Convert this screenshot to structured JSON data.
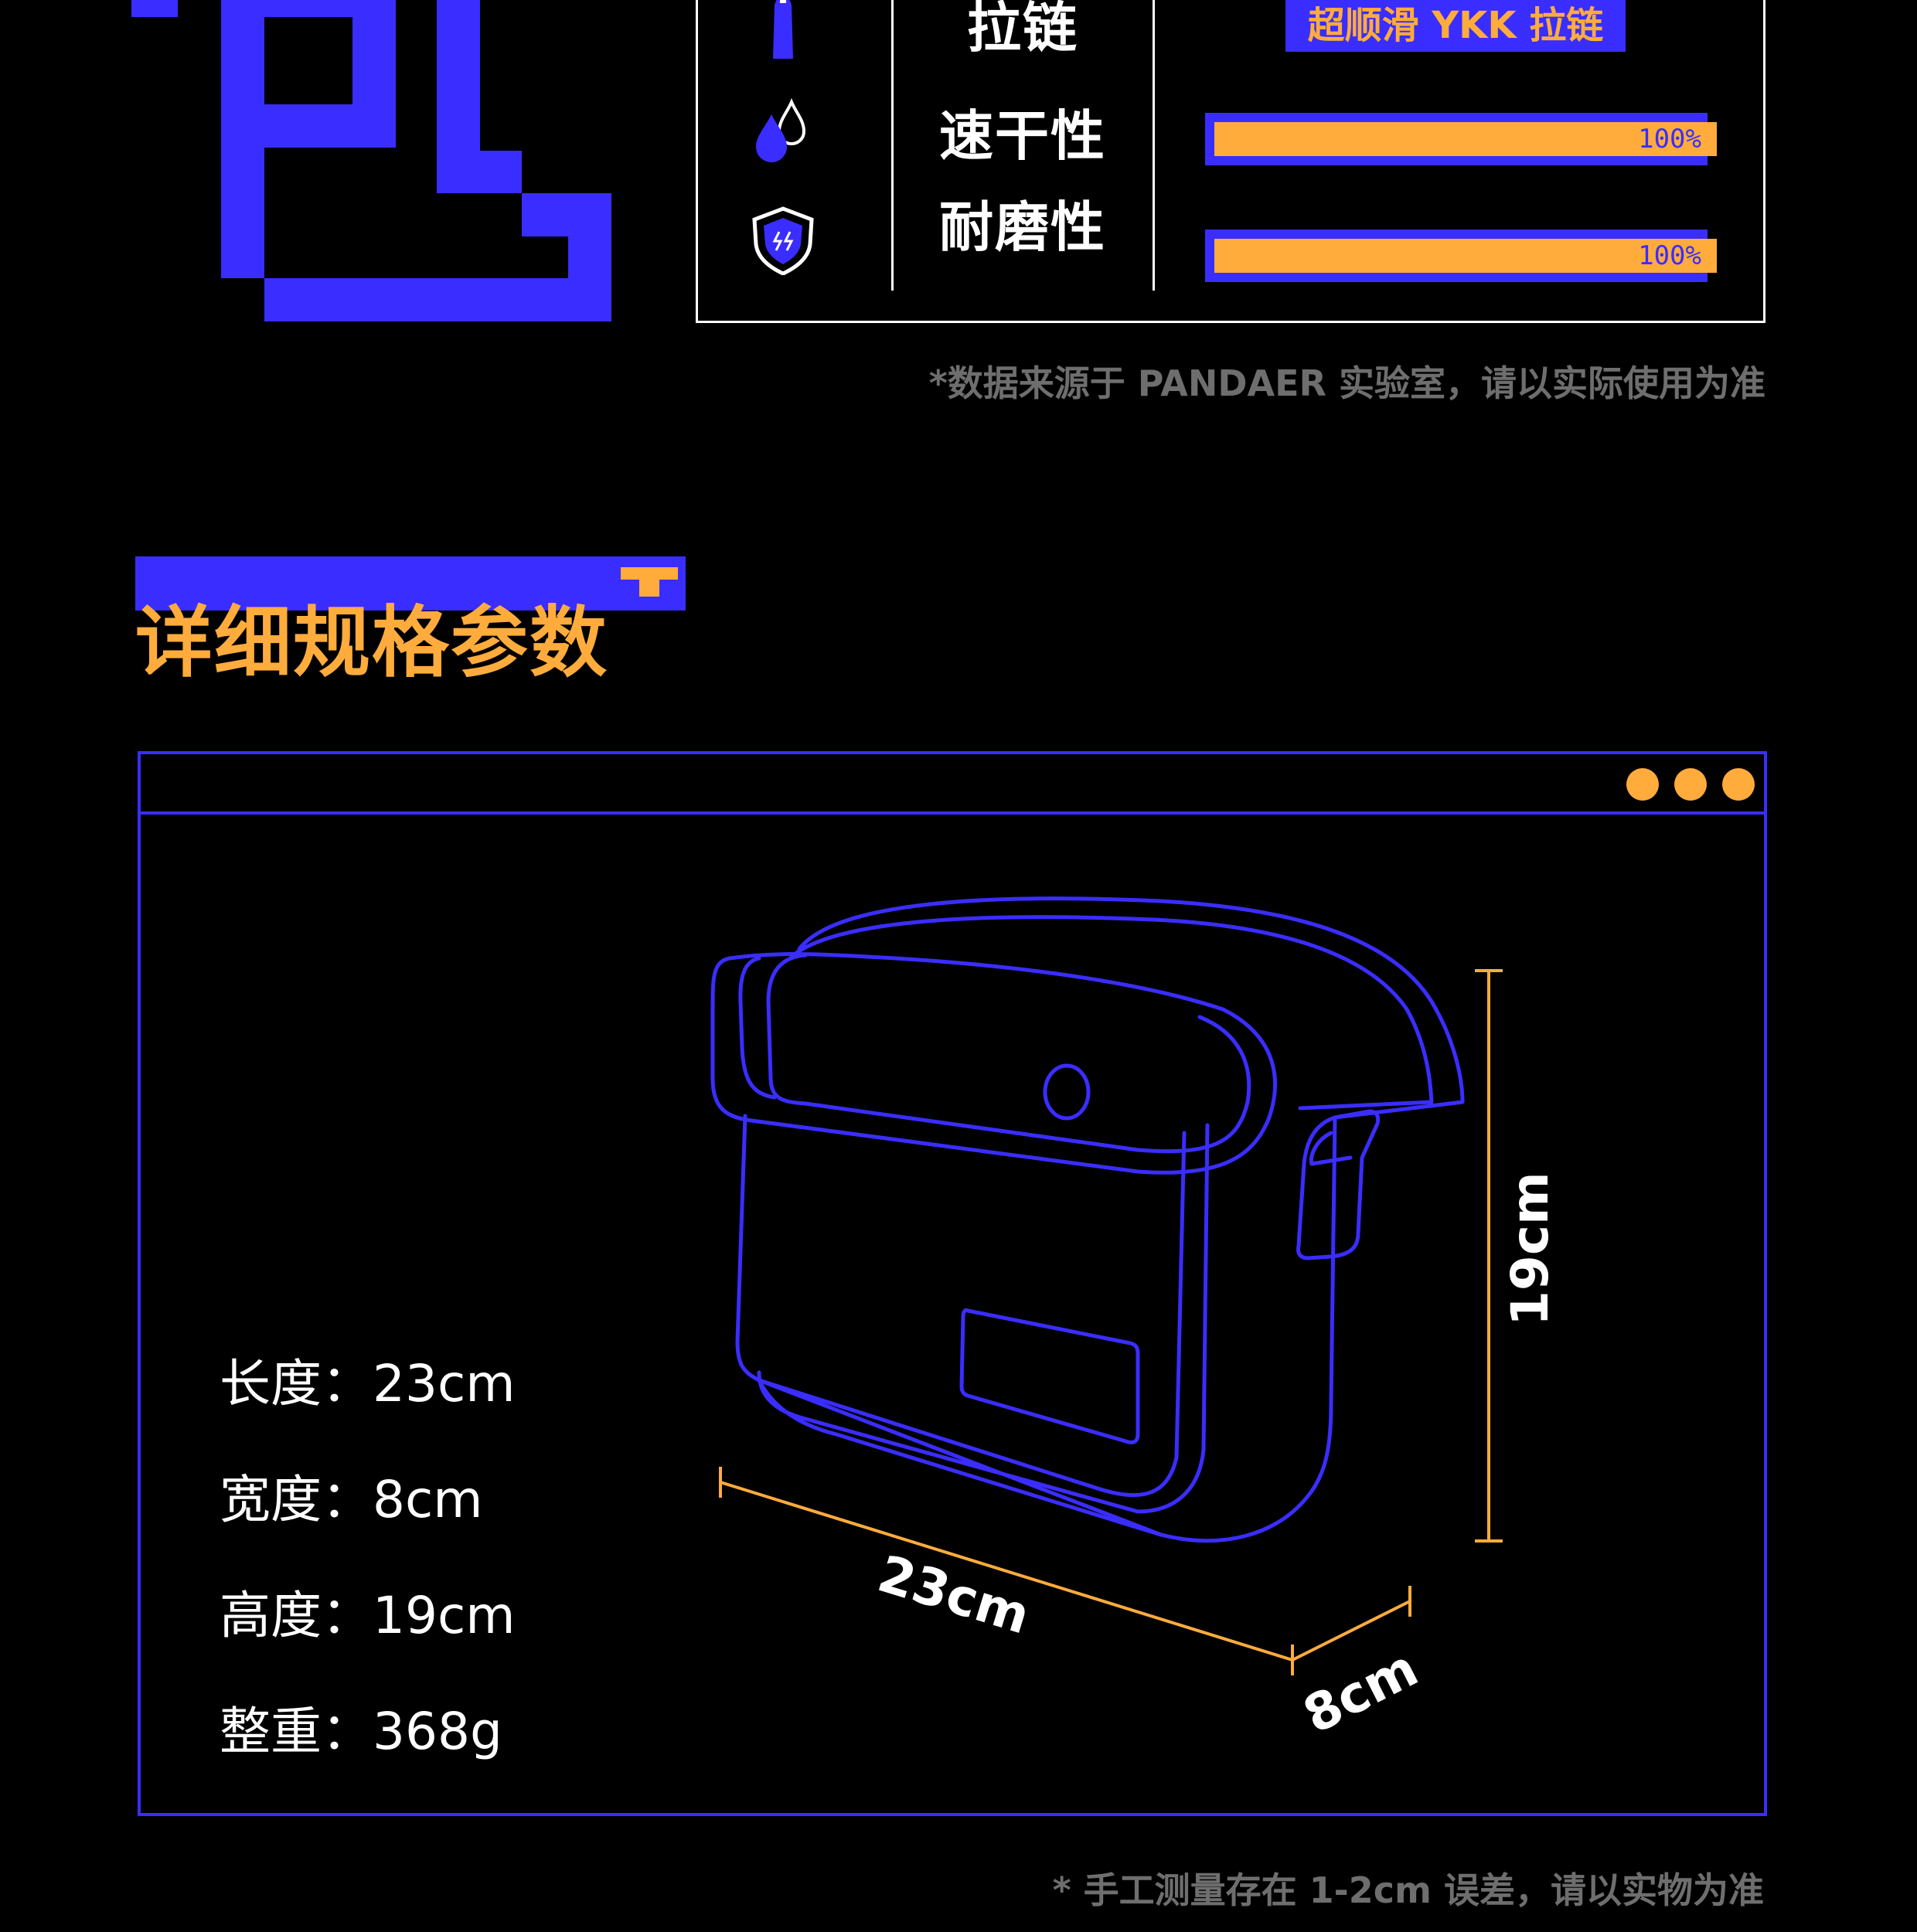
{
  "attributes": {
    "rows": [
      {
        "icon": "zipper-icon",
        "label": "拉链",
        "badge": "超顺滑 YKK 拉链"
      },
      {
        "icon": "water-drop-icon",
        "label": "速干性",
        "progress_percent": 100,
        "value_text": "100%"
      },
      {
        "icon": "shield-icon",
        "label": "耐磨性",
        "progress_percent": 100,
        "value_text": "100%"
      }
    ],
    "note": "*数据来源于 PANDAER 实验室，请以实际使用为准"
  },
  "section": {
    "title": "详细规格参数"
  },
  "specs": {
    "length": "长度：23cm",
    "width": "宽度：8cm",
    "height": "高度：19cm",
    "weight": "整重：368g"
  },
  "dimensions": {
    "length_label": "23cm",
    "width_label": "8cm",
    "height_label": "19cm"
  },
  "footer_note": "* 手工测量存在 1-2cm 误差，请以实物为准",
  "colors": {
    "accent_blue": "#3a2dff",
    "accent_orange": "#ffac3c",
    "background": "#000000",
    "muted_text": "#6e6e6e"
  }
}
